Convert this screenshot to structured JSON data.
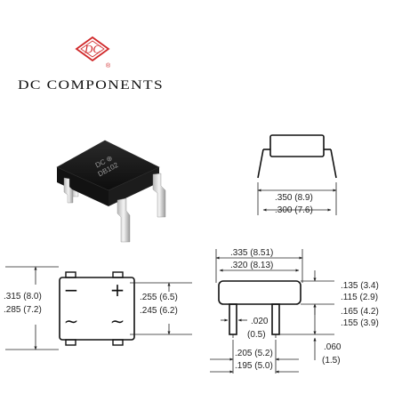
{
  "brand": {
    "logo_text": "DC",
    "registered_mark": "®",
    "name": "DC COMPONENTS",
    "logo_color": "#d0282a"
  },
  "photo": {
    "marking_line1": "DC ⊛",
    "marking_line2": "DB102"
  },
  "side_top_view": {
    "width_max": ".350 (8.9)",
    "width_min": ".300 (7.6)"
  },
  "front_view": {
    "width_max": ".335 (8.51)",
    "width_min": ".320 (8.13)",
    "body_height_max": ".135 (3.4)",
    "body_height_min": ".115 (2.9)",
    "lead_length_max": ".165 (4.2)",
    "lead_length_min": ".155 (3.9)",
    "lead_width_in": ".020",
    "lead_width_mm": "(0.5)",
    "lead_spacing_max": ".205 (5.2)",
    "lead_spacing_min": ".195 (5.0)",
    "lead_tip_in": ".060",
    "lead_tip_mm": "(1.5)"
  },
  "bottom_view": {
    "height_max": ".315 (8.0)",
    "height_min": ".285 (7.2)",
    "pin_spacing_max": ".255 (6.5)",
    "pin_spacing_min": ".245 (6.2)",
    "symbols": {
      "minus": "−",
      "plus": "+",
      "ac_left": "∼",
      "ac_right": "∼"
    }
  }
}
